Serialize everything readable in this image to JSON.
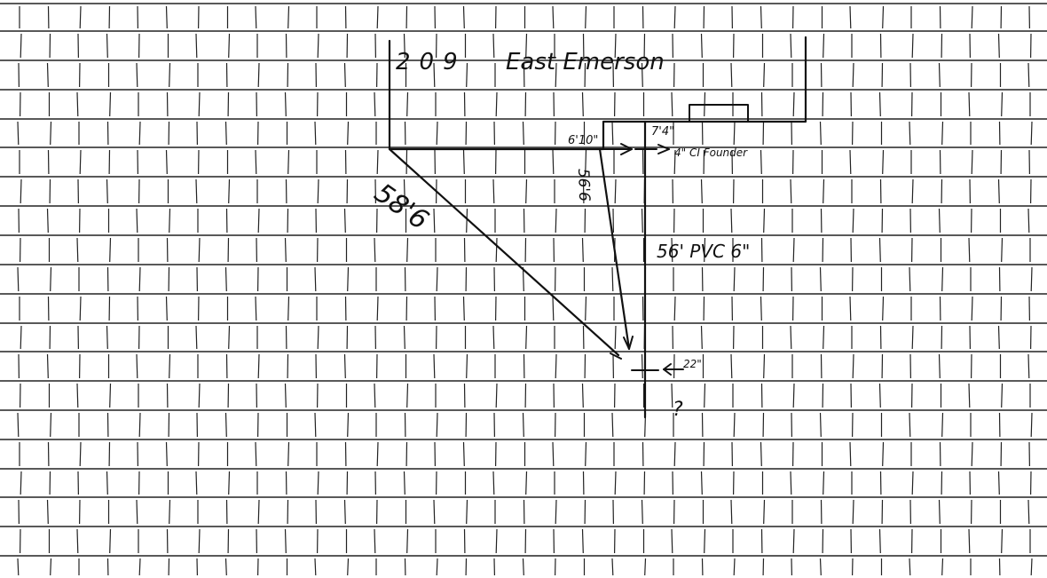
{
  "sketch": {
    "address": {
      "number": "209",
      "street": "East Emerson"
    },
    "measurements": {
      "diagonal_to_cleanout": "58'6",
      "house_offset": "6'10\"",
      "second_offset": "7'4\"",
      "angle_line": "56'6",
      "pipe_run": "56' PVC 6\"",
      "depth": "22\"",
      "unknown": "?"
    },
    "notes": {
      "foundation": "4\" CI Founder"
    },
    "colors": {
      "ink": "#111111",
      "paper": "#ffffff"
    }
  }
}
